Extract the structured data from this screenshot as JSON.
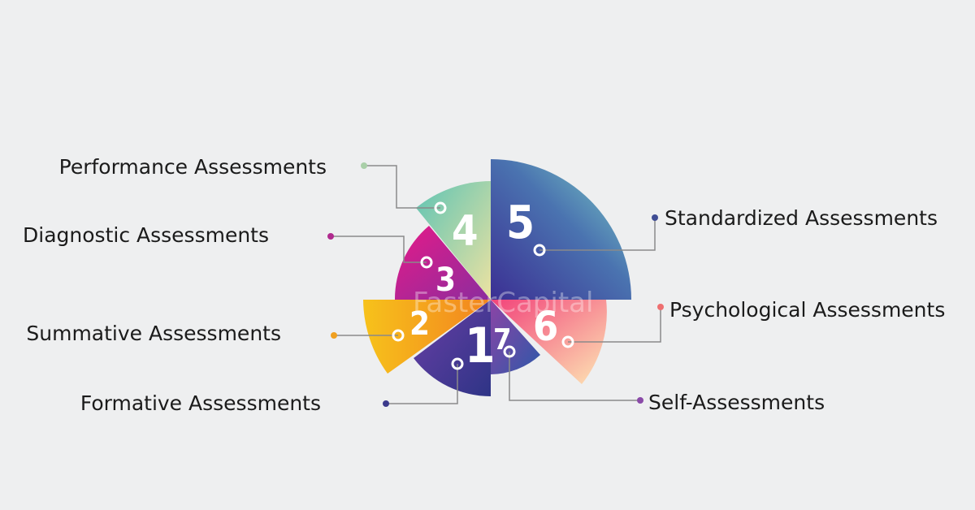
{
  "watermark": "FasterCapital",
  "segments": [
    {
      "number": "1",
      "label": "Formative Assessments",
      "color_start": "#5b3fa0",
      "color_end": "#34358a",
      "dot_color": "#3b3a8c"
    },
    {
      "number": "2",
      "label": "Summative Assessments",
      "color_start": "#f5b81c",
      "color_end": "#f28a1d",
      "dot_color": "#f0a020"
    },
    {
      "number": "3",
      "label": "Diagnostic Assessments",
      "color_start": "#e0148a",
      "color_end": "#8a2a9c",
      "dot_color": "#b02a8e"
    },
    {
      "number": "4",
      "label": "Performance Assessments",
      "color_start": "#6bc7b2",
      "color_end": "#e4e0a6",
      "dot_color": "#a9cfa8"
    },
    {
      "number": "5",
      "label": "Standardized Assessments",
      "color_start": "#4a3b98",
      "color_end": "#72c6c4",
      "dot_color": "#3f4d94"
    },
    {
      "number": "6",
      "label": "Psychological Assessments",
      "color_start": "#f4547a",
      "color_end": "#fde2b8",
      "dot_color": "#ee6f70"
    },
    {
      "number": "7",
      "label": "Self-Assessments",
      "color_start": "#8a46a6",
      "color_end": "#3a5aa6",
      "dot_color": "#8a4aa8"
    }
  ]
}
